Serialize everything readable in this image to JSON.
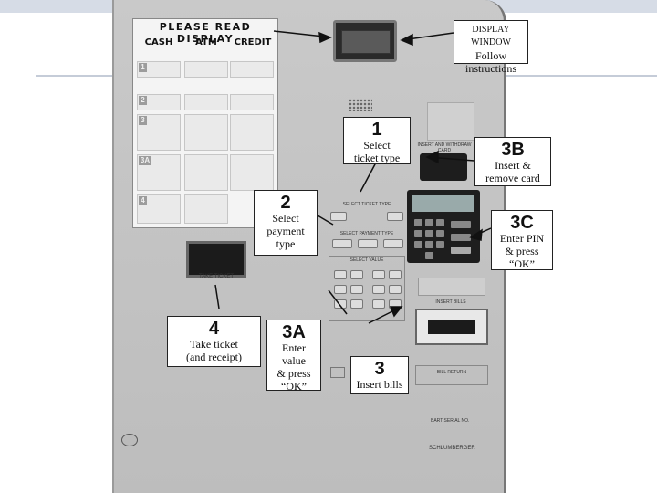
{
  "instructions": {
    "title": "PLEASE READ DISPLAY",
    "columns": [
      "CASH",
      "ATM",
      "CREDIT"
    ],
    "step_numbers": [
      "1",
      "2",
      "3",
      "3A",
      "4"
    ]
  },
  "callouts": {
    "display": {
      "line1": "DISPLAY WINDOW",
      "line2": "Follow",
      "line3": "instructions"
    },
    "step1": {
      "num": "1",
      "line1": "Select",
      "line2": "ticket type"
    },
    "step2": {
      "num": "2",
      "line1": "Select",
      "line2": "payment",
      "line3": "type"
    },
    "step3b": {
      "num": "3B",
      "line1": "Insert &",
      "line2": "remove card"
    },
    "step3c": {
      "num": "3C",
      "line1": "Enter PIN",
      "line2": "& press",
      "line3": "“OK”"
    },
    "step4": {
      "num": "4",
      "line1": "Take ticket",
      "line2": "(and receipt)"
    },
    "step3a": {
      "num": "3A",
      "line1": "Enter",
      "line2": "value",
      "line3": "& press",
      "line4": "“OK”"
    },
    "step3": {
      "num": "3",
      "line1": "Insert bills"
    }
  },
  "panel": {
    "select_ticket_type": "SELECT TICKET TYPE",
    "select_payment_type": "SELECT PAYMENT TYPE",
    "select_value": "SELECT VALUE",
    "take_ticket": "TAKE TICKET",
    "insert_bills": "INSERT BILLS",
    "bill_return": "BILL RETURN",
    "insert_card": "INSERT AND WITHDRAW CARD",
    "serial": "BART SERIAL NO.",
    "brand": "SCHLUMBERGER"
  },
  "colors": {
    "machine": "#c4c4c4",
    "callout_border": "#222222",
    "dark": "#1b1b1b"
  }
}
